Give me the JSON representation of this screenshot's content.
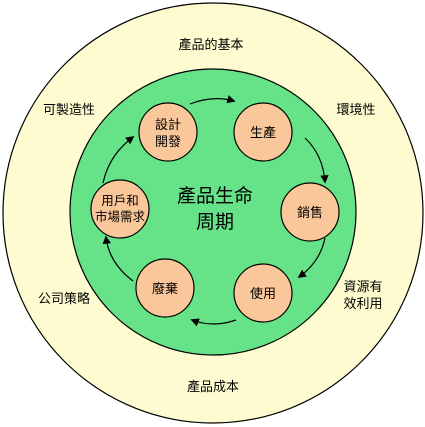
{
  "outer_ring": {
    "top": "產品的基本",
    "upper_left": "可製造性",
    "upper_right": "環境性",
    "lower_left": "公司策略",
    "lower_right_line1": "資源有",
    "lower_right_line2": "效利用",
    "bottom": "產品成本"
  },
  "center": {
    "line1": "產品生命",
    "line2": "周期"
  },
  "stages": {
    "design_line1": "設計",
    "design_line2": "開發",
    "production": "生產",
    "sales": "銷售",
    "use": "使用",
    "disposal": "廢棄",
    "needs_line1": "用戶和",
    "needs_line2": "市場需求"
  },
  "colors": {
    "outer_fill": "#fffbd0",
    "inner_fill": "#66e388",
    "node_fill": "#fac79a",
    "stroke": "#000000"
  }
}
